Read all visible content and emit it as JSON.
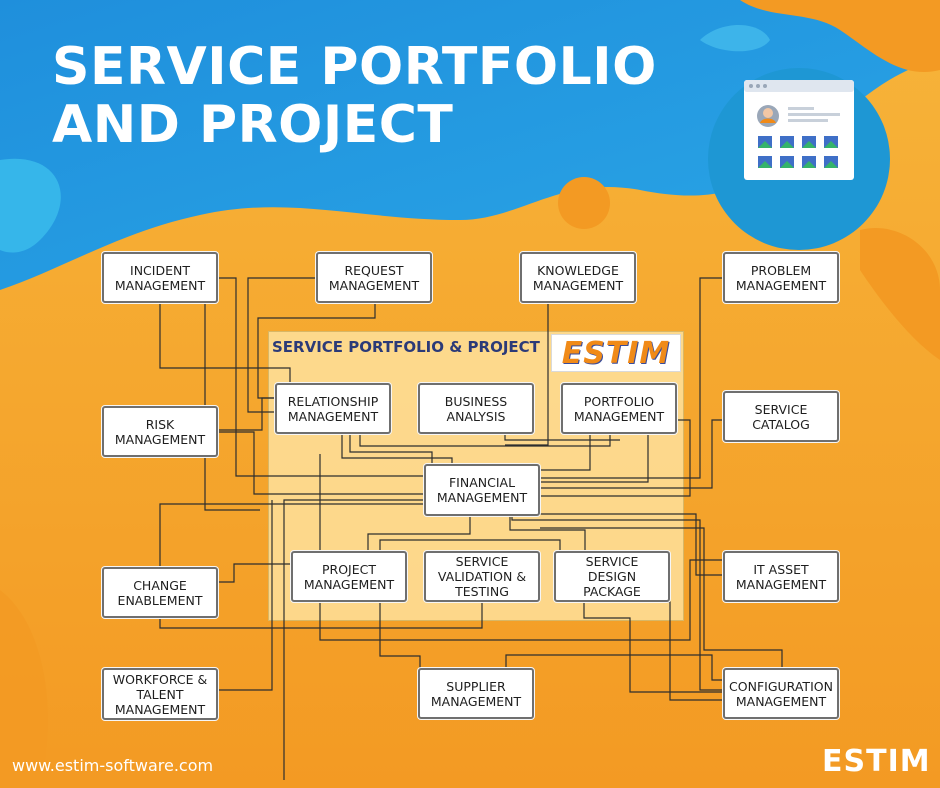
{
  "page": {
    "title_line1": "SERVICE PORTFOLIO",
    "title_line2": "AND PROJECT",
    "footer_url": "www.estim-software.com",
    "footer_logo": "ESTIM",
    "colors": {
      "blue": "#1a8fd6",
      "orange": "#f3a52b",
      "panel": "#ffe7a6",
      "title_blue": "#2b3a78",
      "logo_orange": "#f08a18"
    }
  },
  "illustration": {
    "icon": "web-profile-gallery-icon"
  },
  "panel": {
    "title": "SERVICE PORTFOLIO & PROJECT",
    "logo": "ESTIM"
  },
  "nodes": {
    "incident": "INCIDENT\nMANAGEMENT",
    "request": "REQUEST\nMANAGEMENT",
    "knowledge": "KNOWLEDGE\nMANAGEMENT",
    "problem": "PROBLEM\nMANAGEMENT",
    "risk": "RISK\nMANAGEMENT",
    "relationship": "RELATIONSHIP\nMANAGEMENT",
    "business": "BUSINESS\nANALYSIS",
    "portfolio": "PORTFOLIO\nMANAGEMENT",
    "catalog": "SERVICE\nCATALOG",
    "financial": "FINANCIAL\nMANAGEMENT",
    "change": "CHANGE\nENABLEMENT",
    "project": "PROJECT\nMANAGEMENT",
    "validation": "SERVICE\nVALIDATION &\nTESTING",
    "design": "SERVICE\nDESIGN\nPACKAGE",
    "itasset": "IT ASSET\nMANAGEMENT",
    "workforce": "WORKFORCE &\nTALENT\nMANAGEMENT",
    "supplier": "SUPPLIER\nMANAGEMENT",
    "configuration": "CONFIGURATION\nMANAGEMENT"
  }
}
